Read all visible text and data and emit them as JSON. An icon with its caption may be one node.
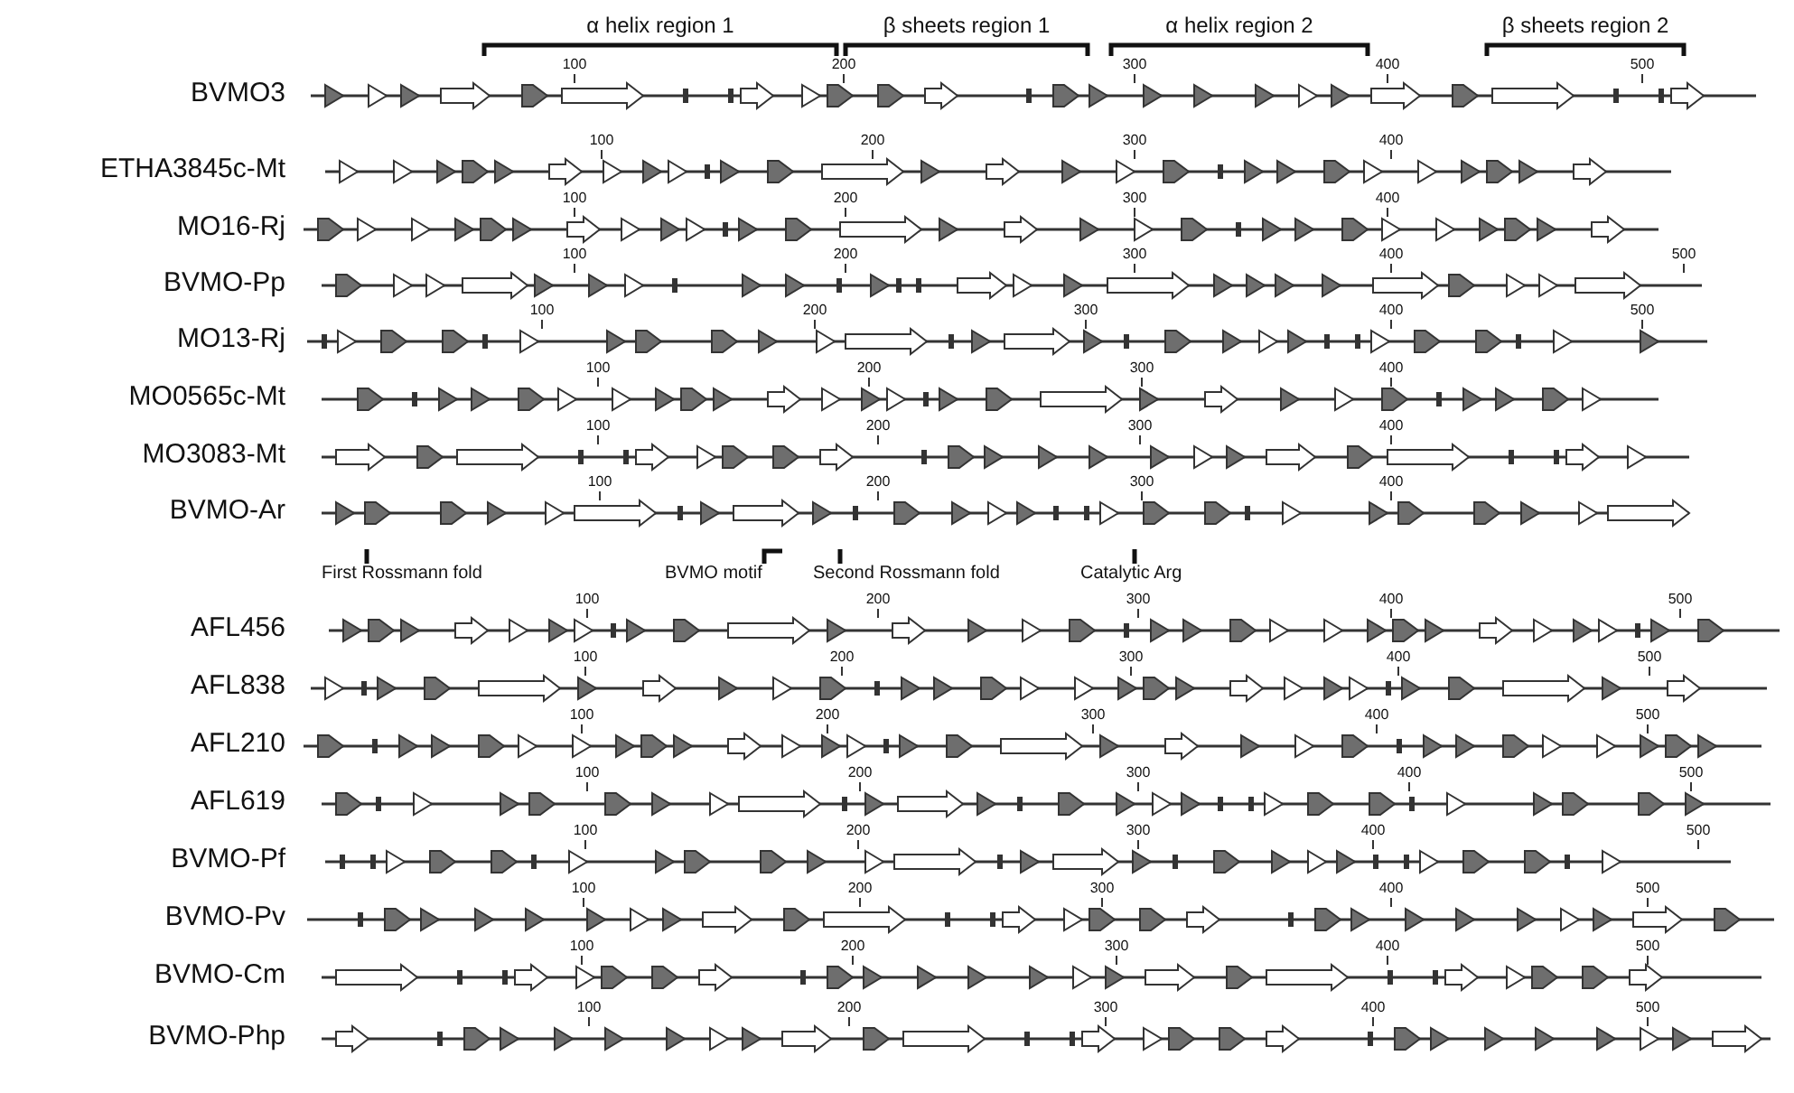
{
  "diagram": {
    "labels": [
      "α helix region 1",
      "β sheets region 1",
      "α helix region 2",
      "β sheets region 2",
      "BVMO3",
      "100",
      "200",
      "300",
      "400",
      "500",
      "ETHA3845c-Mt",
      "100",
      "200",
      "300",
      "400",
      "MO16-Rj",
      "100",
      "200",
      "300",
      "400",
      "BVMO-Pp",
      "100",
      "200",
      "300",
      "400",
      "500",
      "MO13-Rj",
      "100",
      "200",
      "300",
      "400",
      "500",
      "MO0565c-Mt",
      "100",
      "200",
      "300",
      "400",
      "MO3083-Mt",
      "100",
      "200",
      "300",
      "400",
      "BVMO-Ar",
      "100",
      "200",
      "300",
      "400",
      "First Rossmann fold",
      "BVMO motif",
      "Second Rossmann fold",
      "Catalytic Arg",
      "AFL456",
      "100",
      "200",
      "300",
      "400",
      "500",
      "AFL838",
      "100",
      "200",
      "300",
      "400",
      "500",
      "AFL210",
      "100",
      "200",
      "300",
      "400",
      "500",
      "AFL619",
      "100",
      "200",
      "300",
      "400",
      "500",
      "BVMO-Pf",
      "100",
      "200",
      "300",
      "400",
      "500",
      "BVMO-Pv",
      "100",
      "200",
      "300",
      "400",
      "500",
      "BVMO-Cm",
      "100",
      "200",
      "300",
      "400",
      "500",
      "BVMO-Php",
      "100",
      "200",
      "300",
      "400",
      "500"
    ]
  }
}
